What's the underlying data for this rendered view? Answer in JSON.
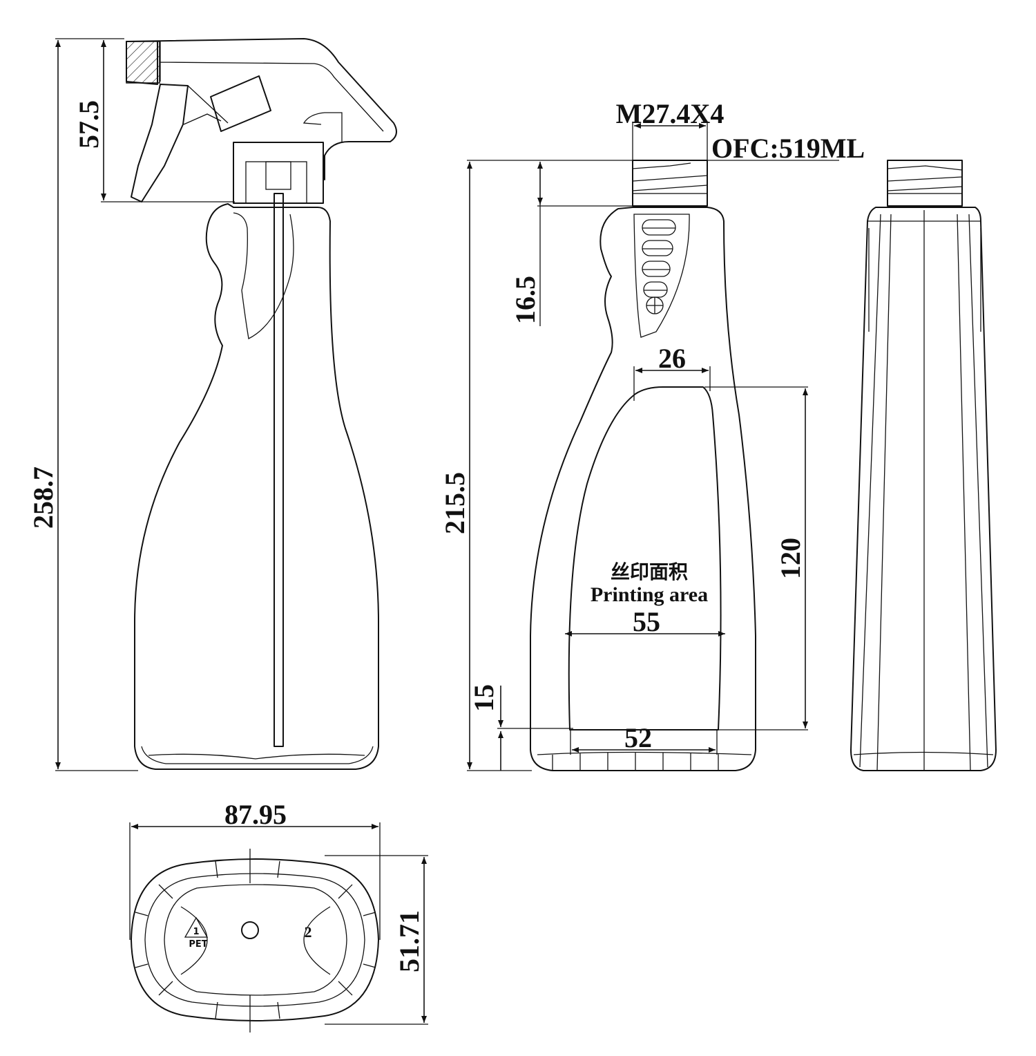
{
  "dimensions": {
    "total_height": "258.7",
    "trigger_height": "57.5",
    "thread": "M27.4X4",
    "capacity": "OFC:519ML",
    "body_height": "215.5",
    "neck_height": "16.5",
    "print_top_width": "26",
    "print_height": "120",
    "print_mid_width": "55",
    "print_bottom_width": "52",
    "bottom_offset": "15",
    "base_width": "87.95",
    "base_depth": "51.71"
  },
  "labels": {
    "print_area_cn": "丝印面积",
    "print_area_en": "Printing area",
    "recycle_code": "1",
    "recycle_material": "PET",
    "mold_number": "2"
  }
}
